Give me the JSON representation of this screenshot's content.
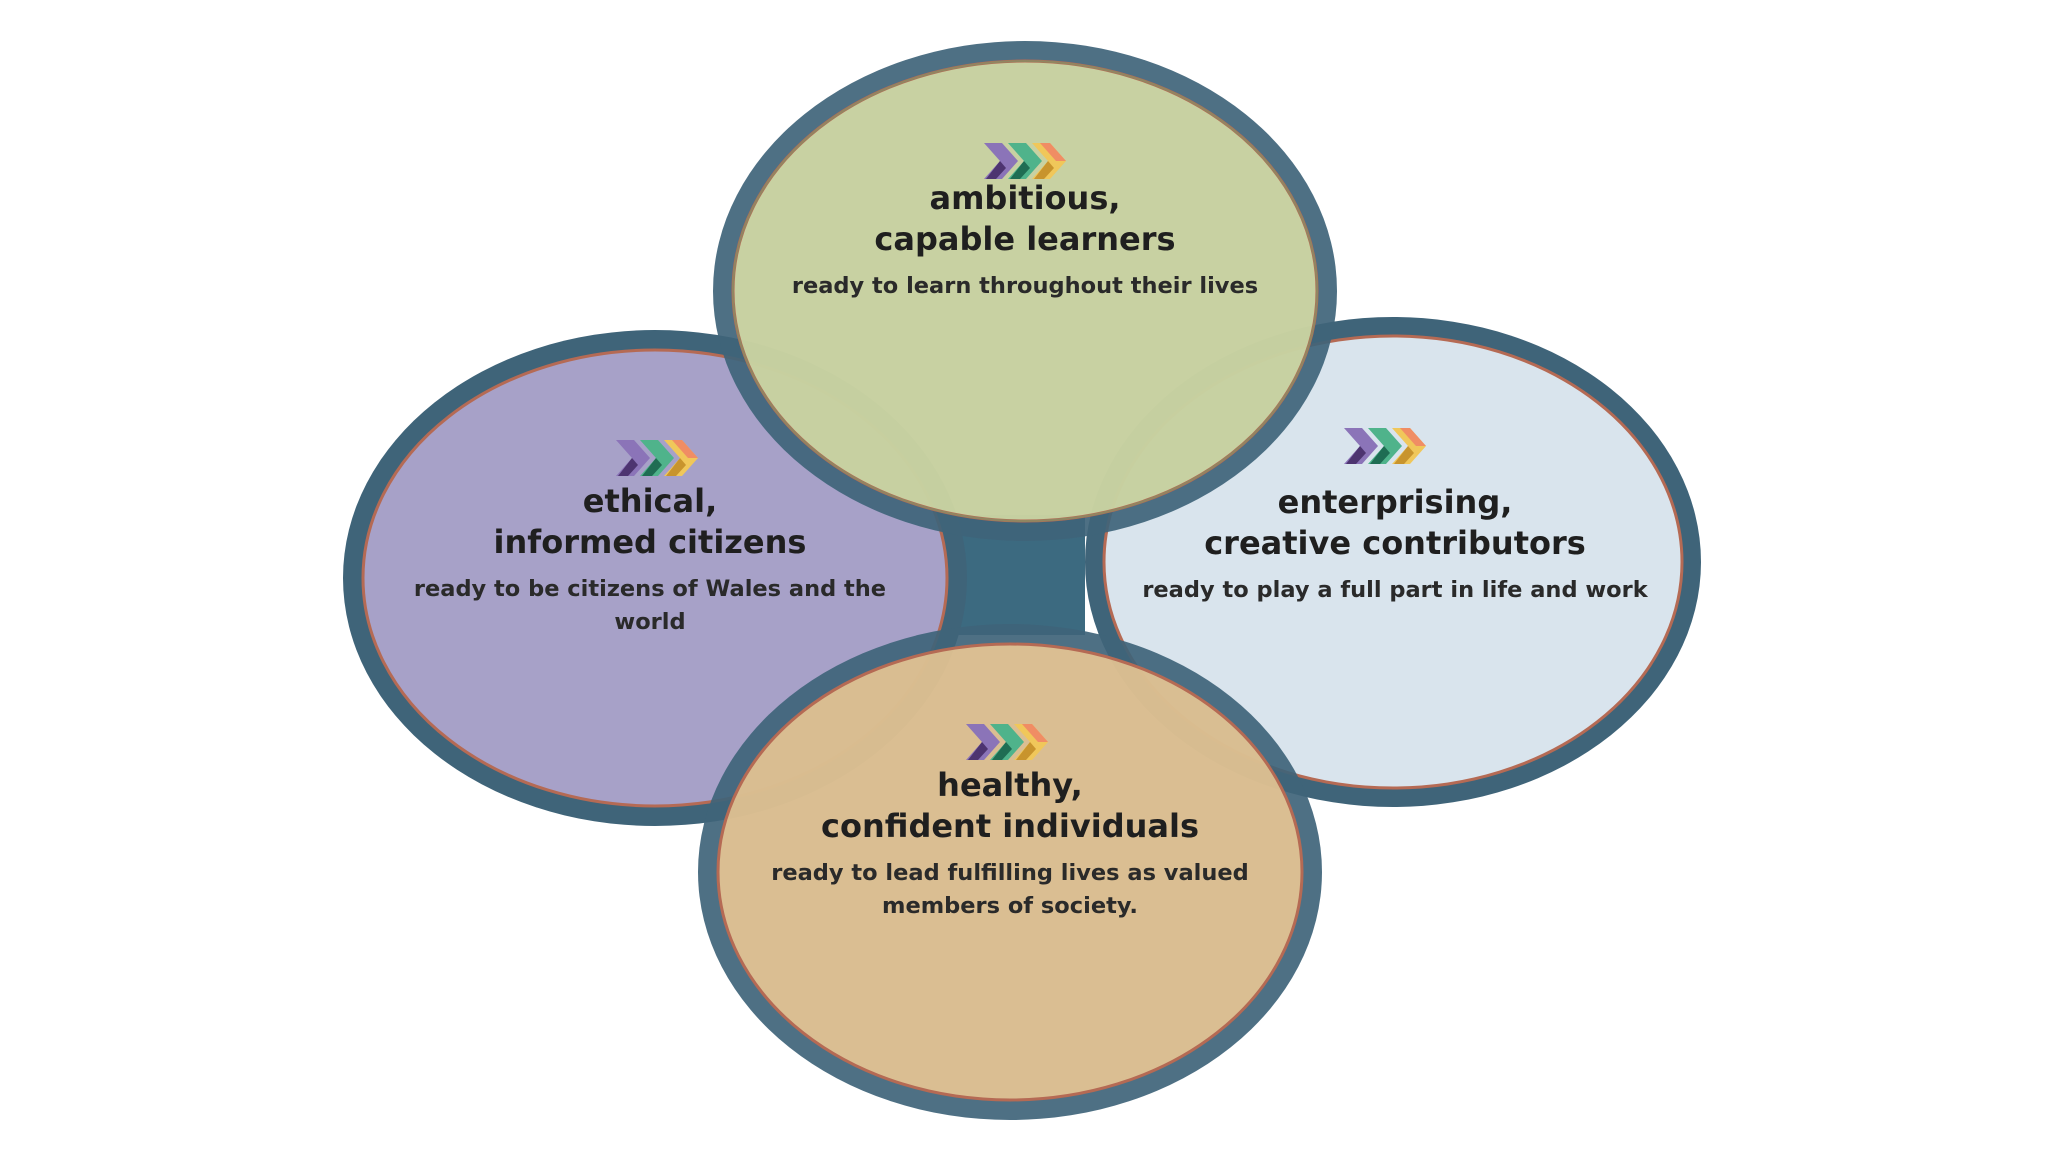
{
  "circles": {
    "top": {
      "title_line1": "ambitious,",
      "title_line2": "capable learners",
      "description": "ready to learn throughout their lives",
      "fill": "#e3e7a8"
    },
    "left": {
      "title_line1": "ethical,",
      "title_line2": "informed citizens",
      "description": "ready to be citizens of Wales and the world",
      "fill": "#a7a1c8"
    },
    "right": {
      "title_line1": "enterprising,",
      "title_line2": "creative contributors",
      "description": "ready to play a full part in life and work",
      "fill": "#d9e4ed"
    },
    "bottom": {
      "title_line1": "healthy,",
      "title_line2": "confident individuals",
      "description": "ready to lead fulfilling lives as valued members of society.",
      "fill": "#f9cf95"
    }
  },
  "colors": {
    "ring_outer": "#3f6479",
    "ring_inner": "#b56a54",
    "center_fill": "#3c6a80",
    "chevron_purple": "#6d4c8f",
    "chevron_green": "#2c8a6a",
    "chevron_yellow": "#e9c24d",
    "chevron_orange": "#e9875b"
  },
  "icons": {
    "chevron_logo": "chevron-arrows-icon"
  }
}
